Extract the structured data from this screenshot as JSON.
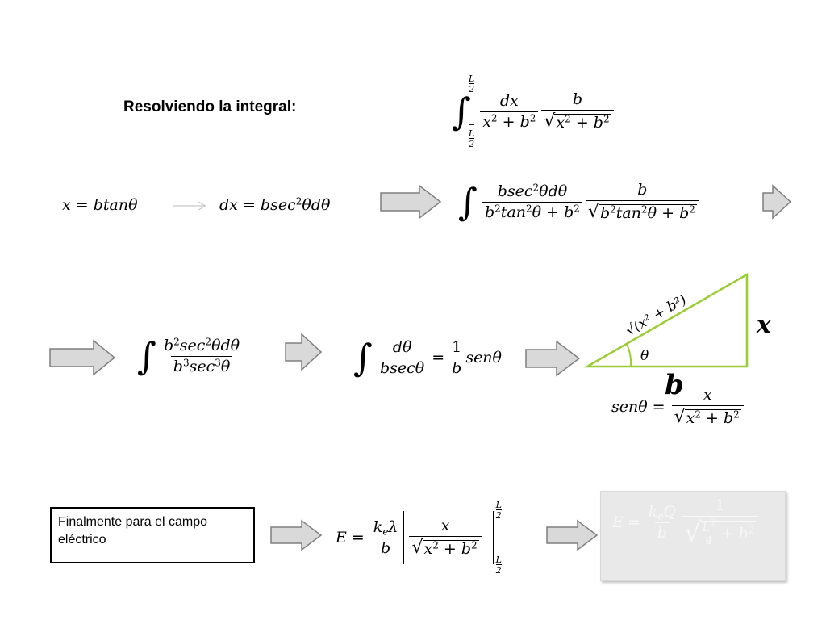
{
  "heading": "Resolviendo la integral:",
  "note_box": "Finalmente para el campo eléctrico",
  "triangle": {
    "hyp_label": "√(x² + b²)",
    "side_label": "x",
    "base_label": "b",
    "angle_label": "θ"
  },
  "colors": {
    "triangle": "#9ACD32",
    "arrow_fill": "#d9d9d9",
    "arrow_stroke": "#7f7f7f",
    "result_bg": "#e9e9e9"
  },
  "equations": {
    "e1": "∫_{−L/2}^{L/2} dx/(x²+b²) · b/√(x²+b²)",
    "e2": "x = btanθ",
    "e3": "dx = bsec²θdθ",
    "e4": "∫ bsec²θdθ/(b²tan²θ+b²) · b/√(b²tan²θ+b²)",
    "e5": "∫ b²sec²θdθ/(b³sec³θ)",
    "e6": "∫ dθ/(bsecθ) = (1/b)senθ",
    "e7": "senθ = x/√(x²+b²)",
    "e8": "E = (k_eλ/b) | x/√(x²+b²) |_{−L/2}^{L/2}",
    "e9": "E = (k_eQ/b) · 1/√(L²/4 + b²)"
  }
}
